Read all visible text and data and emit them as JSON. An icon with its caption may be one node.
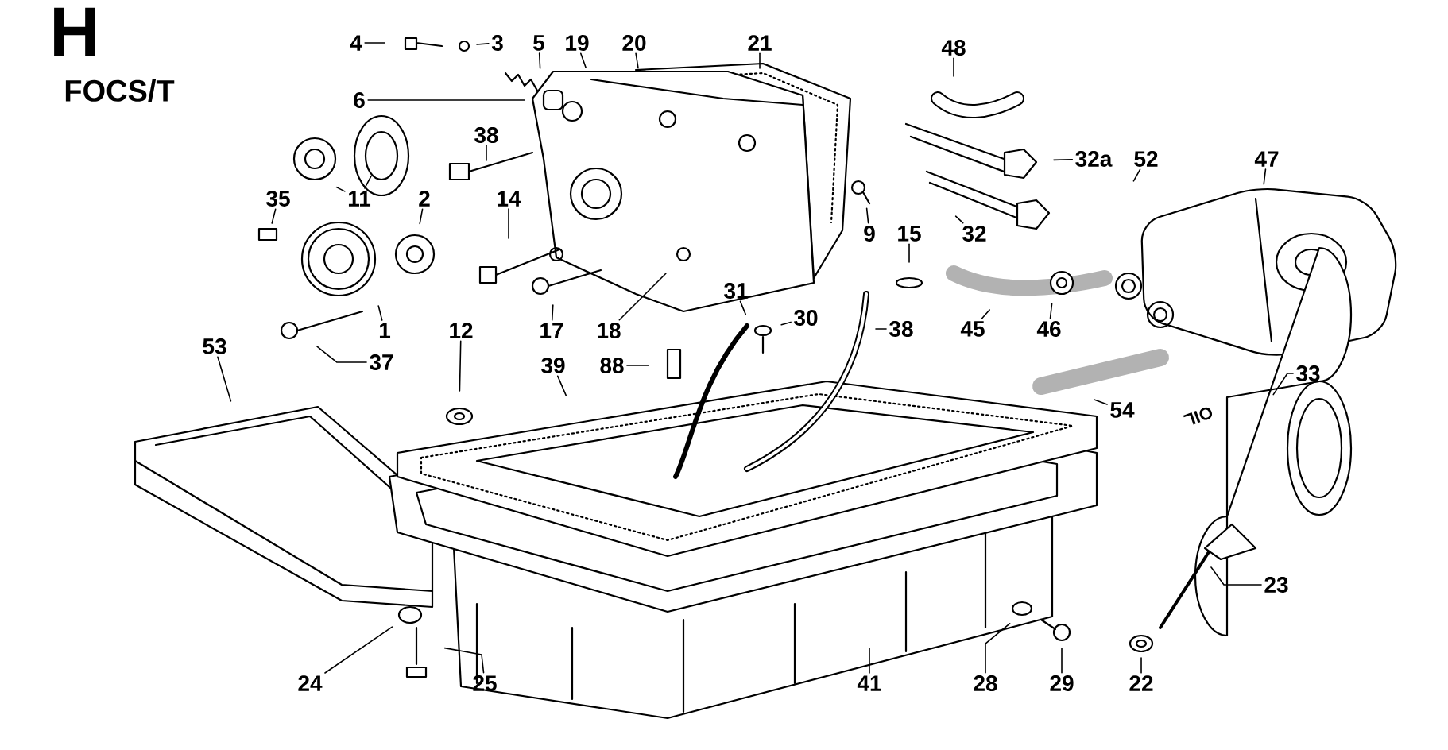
{
  "diagram": {
    "title": "H",
    "nodes": [
      {
        "text": [
          "4"
        ]
      },
      {
        "text": [
          "3"
        ]
      },
      {
        "text": [
          "5"
        ]
      },
      {
        "text": [
          "19"
        ]
      },
      {
        "text": [
          "20"
        ]
      },
      {
        "text": [
          "21"
        ]
      },
      {
        "text": [
          "48"
        ]
      },
      {
        "text": [
          "6"
        ]
      },
      {
        "text": [
          "38"
        ]
      },
      {
        "text": [
          "32a"
        ]
      },
      {
        "text": [
          "52"
        ]
      },
      {
        "text": [
          "47"
        ]
      },
      {
        "text": [
          "35"
        ]
      },
      {
        "text": [
          "11"
        ]
      },
      {
        "text": [
          "2"
        ]
      },
      {
        "text": [
          "14"
        ]
      },
      {
        "text": [
          "9"
        ]
      },
      {
        "text": [
          "15"
        ]
      },
      {
        "text": [
          "32"
        ]
      },
      {
        "text": [
          "31"
        ]
      },
      {
        "text": [
          "30"
        ]
      },
      {
        "text": [
          "38"
        ]
      },
      {
        "text": [
          "45"
        ]
      },
      {
        "text": [
          "46"
        ]
      },
      {
        "text": [
          "1"
        ]
      },
      {
        "text": [
          "12"
        ]
      },
      {
        "text": [
          "17"
        ]
      },
      {
        "text": [
          "18"
        ]
      },
      {
        "text": [
          "53"
        ]
      },
      {
        "text": [
          "37"
        ]
      },
      {
        "text": [
          "39"
        ]
      },
      {
        "text": [
          "88"
        ]
      },
      {
        "text": [
          "33"
        ]
      },
      {
        "text": [
          "54"
        ]
      },
      {
        "text": [
          "23"
        ]
      },
      {
        "text": [
          "24"
        ]
      },
      {
        "text": [
          "25"
        ]
      },
      {
        "text": [
          "41"
        ]
      },
      {
        "text": [
          "28"
        ]
      },
      {
        "text": [
          "29"
        ]
      },
      {
        "text": [
          "22"
        ]
      }
    ],
    "edges": [
      {
        "from": 0,
        "to": null,
        "arrow": "none"
      },
      {
        "from": 1,
        "to": null,
        "arrow": "none"
      },
      {
        "from": 2,
        "to": null,
        "arrow": "none"
      },
      {
        "from": 3,
        "to": null,
        "arrow": "none"
      },
      {
        "from": 4,
        "to": null,
        "arrow": "none"
      },
      {
        "from": 5,
        "to": null,
        "arrow": "none"
      },
      {
        "from": 6,
        "to": null,
        "arrow": "none"
      },
      {
        "from": 7,
        "to": null,
        "arrow": "none"
      },
      {
        "from": 8,
        "to": null,
        "arrow": "none"
      },
      {
        "from": 9,
        "to": null,
        "arrow": "none"
      },
      {
        "from": 10,
        "to": null,
        "arrow": "none"
      },
      {
        "from": 11,
        "to": null,
        "arrow": "none"
      },
      {
        "from": 12,
        "to": null,
        "arrow": "none"
      },
      {
        "from": 13,
        "to": null,
        "arrow": "none"
      },
      {
        "from": 13,
        "to": null,
        "arrow": "none"
      },
      {
        "from": 14,
        "to": null,
        "arrow": "none"
      },
      {
        "from": 15,
        "to": null,
        "arrow": "none"
      },
      {
        "from": 16,
        "to": null,
        "arrow": "none"
      },
      {
        "from": 17,
        "to": null,
        "arrow": "none"
      },
      {
        "from": 18,
        "to": null,
        "arrow": "none"
      },
      {
        "from": 19,
        "to": null,
        "arrow": "none"
      },
      {
        "from": 20,
        "to": null,
        "arrow": "none"
      },
      {
        "from": 21,
        "to": null,
        "arrow": "none"
      },
      {
        "from": 22,
        "to": null,
        "arrow": "none"
      },
      {
        "from": 23,
        "to": null,
        "arrow": "none"
      },
      {
        "from": 24,
        "to": null,
        "arrow": "none"
      },
      {
        "from": 25,
        "to": null,
        "arrow": "none"
      },
      {
        "from": 26,
        "to": null,
        "arrow": "none"
      },
      {
        "from": 27,
        "to": null,
        "arrow": "none"
      },
      {
        "from": 28,
        "to": null,
        "arrow": "none"
      },
      {
        "from": 29,
        "to": null,
        "arrow": "none"
      },
      {
        "from": 30,
        "to": null,
        "arrow": "none"
      },
      {
        "from": 31,
        "to": null,
        "arrow": "none"
      },
      {
        "from": 32,
        "to": null,
        "arrow": "none"
      },
      {
        "from": 33,
        "to": null,
        "arrow": "none"
      },
      {
        "from": 34,
        "to": null,
        "arrow": "none"
      },
      {
        "from": 35,
        "to": null,
        "arrow": "none"
      },
      {
        "from": 36,
        "to": null,
        "arrow": "none"
      },
      {
        "from": 37,
        "to": null,
        "arrow": "none"
      },
      {
        "from": 38,
        "to": null,
        "arrow": "none"
      },
      {
        "from": 39,
        "to": null,
        "arrow": "none"
      },
      {
        "from": 40,
        "to": null,
        "arrow": "none"
      }
    ],
    "labels": [
      "FOCS/T",
      "OIL"
    ]
  }
}
